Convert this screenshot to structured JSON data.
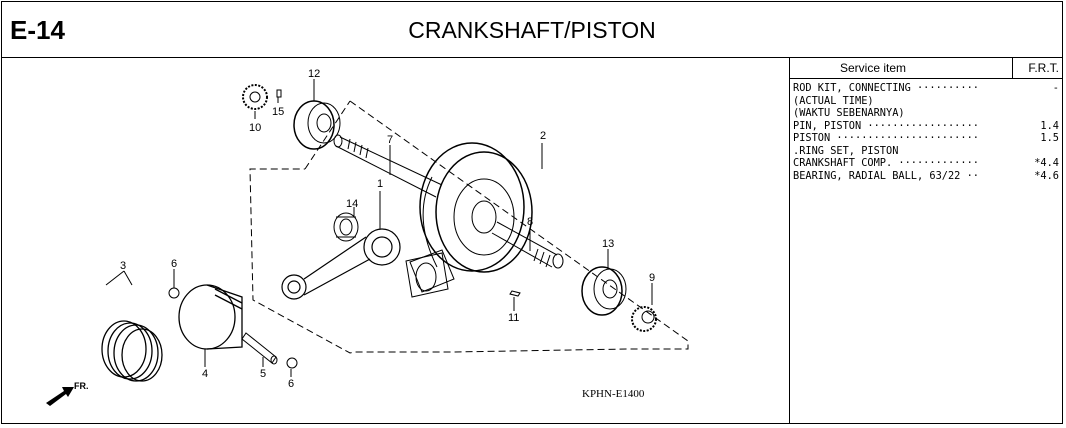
{
  "header": {
    "code": "E-14",
    "title": "CRANKSHAFT/PISTON"
  },
  "service": {
    "col_item": "Service item",
    "col_frt": "F.R.T.",
    "rows": [
      {
        "item": "ROD KIT, CONNECTING ··········",
        "frt": "-"
      },
      {
        "item": "(ACTUAL TIME)",
        "frt": ""
      },
      {
        "item": "(WAKTU SEBENARNYA)",
        "frt": ""
      },
      {
        "item": "PIN, PISTON ··················",
        "frt": "1.4"
      },
      {
        "item": "PISTON ·······················",
        "frt": "1.5"
      },
      {
        "item": ".RING SET, PISTON",
        "frt": ""
      },
      {
        "item": "CRANKSHAFT COMP. ·············",
        "frt": "*4.4"
      },
      {
        "item": "BEARING, RADIAL BALL, 63/22 ··",
        "frt": "*4.6"
      }
    ]
  },
  "diagram": {
    "callouts": [
      "1",
      "2",
      "3",
      "4",
      "5",
      "6",
      "6",
      "7",
      "8",
      "9",
      "10",
      "11",
      "12",
      "13",
      "14",
      "15"
    ],
    "front_label": "FR.",
    "reference": "KPHN-E1400"
  }
}
